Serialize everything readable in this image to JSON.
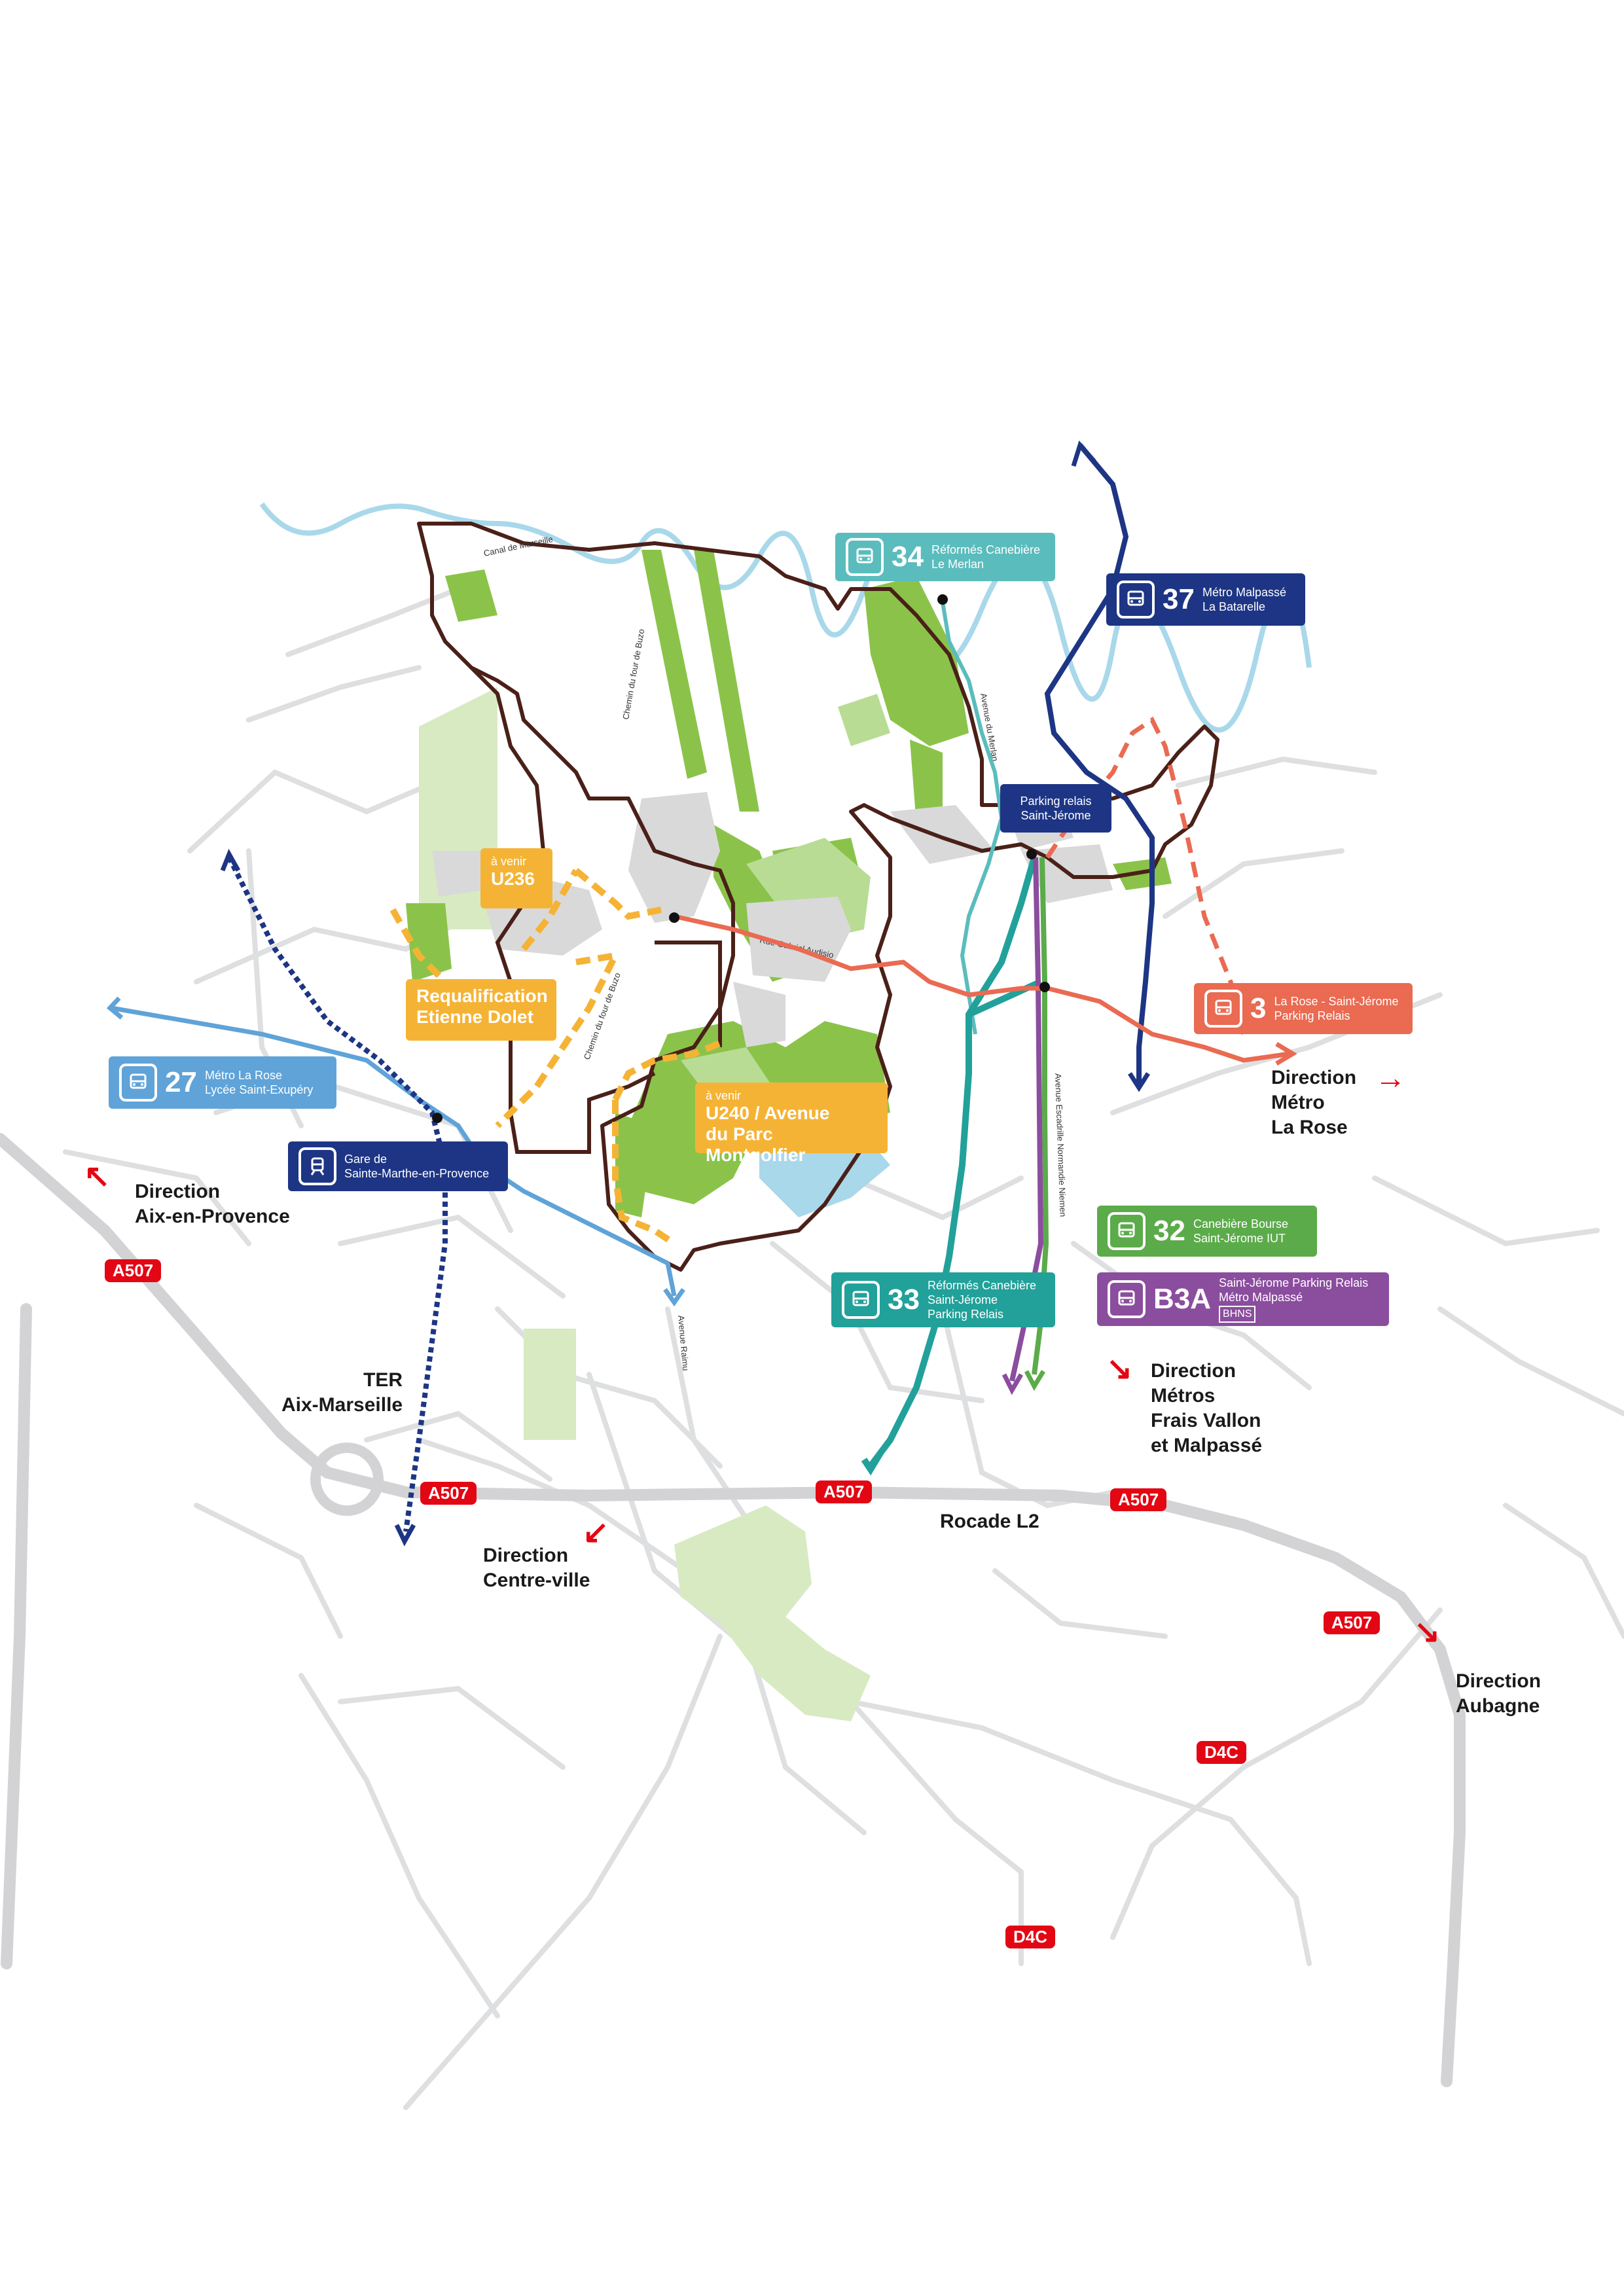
{
  "bus_lines": {
    "l34": {
      "number": "34",
      "line1": "Réformés Canebière",
      "line2": "Le Merlan",
      "color": "#5bbcbd"
    },
    "l37": {
      "number": "37",
      "line1": "Métro Malpassé",
      "line2": "La Batarelle",
      "color": "#1d3584"
    },
    "l3": {
      "number": "3",
      "line1": "La Rose - Saint-Jérome",
      "line2": "Parking Relais",
      "color": "#ea6a52"
    },
    "l27": {
      "number": "27",
      "line1": "Métro La Rose",
      "line2": "Lycée Saint-Exupéry",
      "color": "#5fa3d8"
    },
    "l32": {
      "number": "32",
      "line1": "Canebière Bourse",
      "line2": "Saint-Jérome IUT",
      "color": "#5bab4a"
    },
    "l33": {
      "number": "33",
      "line1": "Réformés Canebière",
      "line2": "Saint-Jérome",
      "line3": "Parking Relais",
      "color": "#21a19a"
    },
    "lB3A": {
      "number": "B3A",
      "line1": "Saint-Jérome Parking Relais",
      "line2": "Métro Malpassé",
      "badge": "BHNS",
      "color": "#8b4d9e"
    }
  },
  "stations": {
    "parking_relais": {
      "line1": "Parking relais",
      "line2": "Saint-Jérome",
      "color": "#1d3584"
    },
    "gare": {
      "line1": "Gare de",
      "line2": "Sainte-Marthe-en-Provence",
      "color": "#1d3584"
    }
  },
  "projects": {
    "u236": {
      "small": "à venir",
      "big": "U236"
    },
    "etienne": {
      "big1": "Requalification",
      "big2": "Etienne Dolet"
    },
    "u240": {
      "small": "à venir",
      "big1": "U240 / Avenue",
      "big2": "du Parc Montgolfier"
    }
  },
  "directions": {
    "la_rose": [
      "Direction",
      "Métro",
      "La Rose"
    ],
    "aix": [
      "Direction",
      "Aix-en-Provence"
    ],
    "frais_vallon": [
      "Direction",
      "Métros",
      "Frais Vallon",
      "et Malpassé"
    ],
    "centre": [
      "Direction",
      "Centre-ville"
    ],
    "aubagne": [
      "Direction",
      "Aubagne"
    ],
    "ter": [
      "TER",
      "Aix-Marseille"
    ],
    "rocade": "Rocade L2"
  },
  "roads": {
    "a507_1": "A507",
    "a507_2": "A507",
    "a507_3": "A507",
    "a507_4": "A507",
    "a507_5": "A507",
    "d4c_1": "D4C",
    "d4c_2": "D4C"
  },
  "streets": {
    "canal": "Canal de Marseille",
    "buzo1": "Chemin du four de Buzo",
    "buzo2": "Chemin du four de Buzo",
    "merlan": "Avenue du Merlan",
    "audisio": "Rue Gabriel Audisio",
    "escadrille": "Avenue Escadrille Normandie Niemen",
    "raimu": "Avenue Raimu"
  },
  "colors": {
    "perimeter": "#4a2018",
    "green_dark": "#8bc34a",
    "green_light": "#c9e3a8",
    "built": "#d9d9da",
    "water": "#a9d8ea",
    "road_grey": "#d6d6d8",
    "highway": "#e30613",
    "project": "#f5b335"
  }
}
